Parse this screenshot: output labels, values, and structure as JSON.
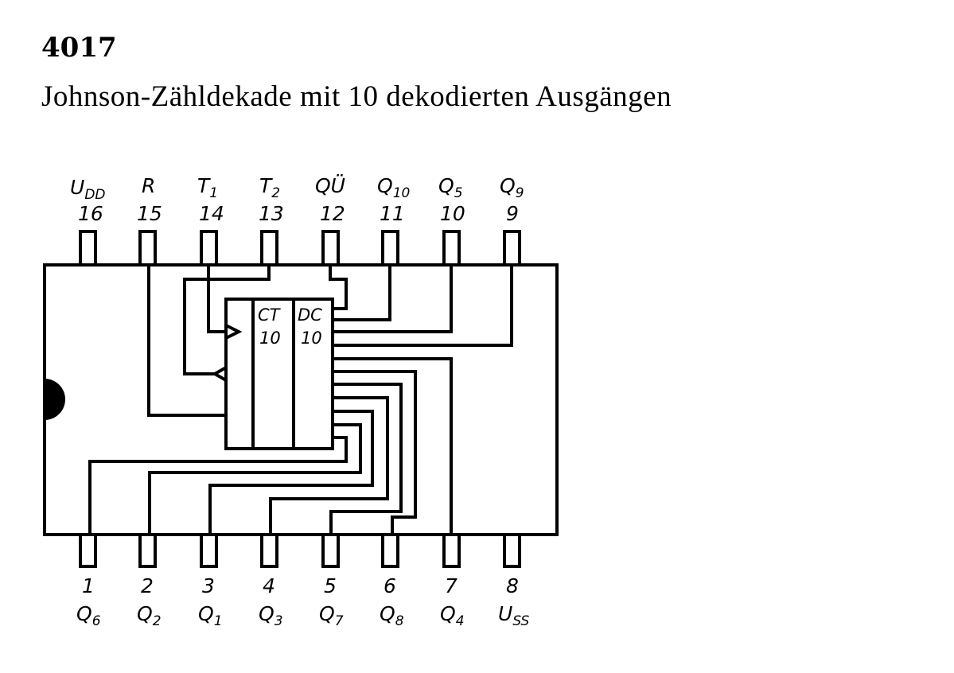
{
  "title": "4017",
  "subtitle": "Johnson-Zähldekade mit 10 dekodierten Ausgängen",
  "block": {
    "ct": "CT",
    "ct_n": "10",
    "dc": "DC",
    "dc_n": "10"
  },
  "top_pins": [
    {
      "num": "16",
      "name": "U",
      "sub": "DD"
    },
    {
      "num": "15",
      "name": "R",
      "sub": ""
    },
    {
      "num": "14",
      "name": "T",
      "sub": "1"
    },
    {
      "num": "13",
      "name": "T",
      "sub": "2"
    },
    {
      "num": "12",
      "name": "QÜ",
      "sub": ""
    },
    {
      "num": "11",
      "name": "Q",
      "sub": "10"
    },
    {
      "num": "10",
      "name": "Q",
      "sub": "5"
    },
    {
      "num": "9",
      "name": "Q",
      "sub": "9"
    }
  ],
  "bottom_pins": [
    {
      "num": "1",
      "name": "Q",
      "sub": "6"
    },
    {
      "num": "2",
      "name": "Q",
      "sub": "2"
    },
    {
      "num": "3",
      "name": "Q",
      "sub": "1"
    },
    {
      "num": "4",
      "name": "Q",
      "sub": "3"
    },
    {
      "num": "5",
      "name": "Q",
      "sub": "7"
    },
    {
      "num": "6",
      "name": "Q",
      "sub": "8"
    },
    {
      "num": "7",
      "name": "Q",
      "sub": "4"
    },
    {
      "num": "8",
      "name": "U",
      "sub": "SS"
    }
  ]
}
